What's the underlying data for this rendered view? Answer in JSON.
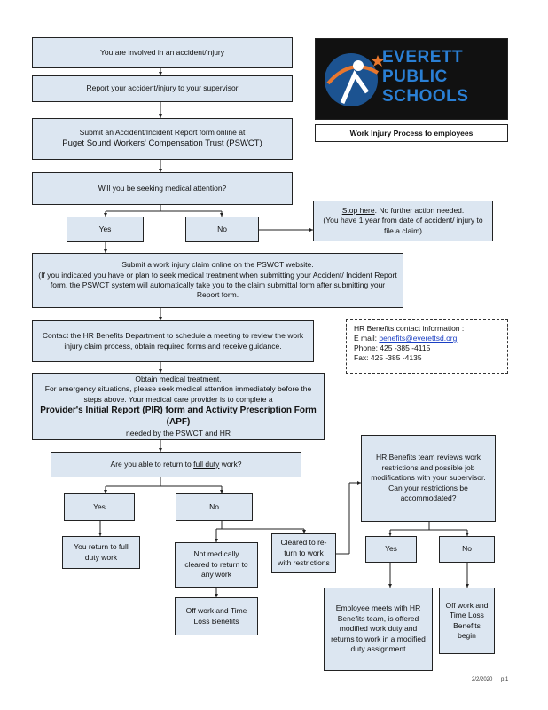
{
  "logo": {
    "line1": "EVERETT",
    "line2": "PUBLIC",
    "line3": "SCHOOLS"
  },
  "caption": "Work Injury Process fo employees",
  "boxes": {
    "b1": "You are involved in an accident/injury",
    "b2": "Report your accident/injury to your supervisor",
    "b3a": "Submit an Accident/Incident Report form online at",
    "b3b": "Puget Sound Workers' Compensation Trust (PSWCT)",
    "b4": "Will you be seeking medical attention?",
    "yes1": "Yes",
    "no1": "No",
    "stop_link": "Stop here",
    "stop_rest": ". No further action needed.",
    "stop_line2": "(You have 1 year from date of accident/ injury to file a claim)",
    "b6a": "Submit a work injury claim online on the PSWCT website.",
    "b6b": "(If you indicated you have or plan to seek medical treatment when submitting your Accident/ Incident Report form, the PSWCT system will automatically take you to the claim submittal form after submitting your Report form.",
    "b7": "Contact the HR Benefits Department to schedule a meeting to review the work injury claim process, obtain required forms and receive guidance.",
    "b8a": "Obtain medical treatment.",
    "b8b": "For emergency situations, please seek medical attention immediately before the steps above. Your medical care provider is to complete a",
    "b8c": "Provider's Initial Report (PIR) form and Activity Prescription Form (APF)",
    "b8d": "needed by the PSWCT and HR",
    "q2_pre": "Are you able to return to",
    "q2_link": "full duty",
    "q2_post": "work?",
    "yes2": "Yes",
    "no2": "No",
    "ret_full": "You return to full duty work",
    "not_cleared": "Not medically cleared to return to any work",
    "off_work1": "Off work and Time Loss Benefits",
    "cleared_restr": "Cleared to re-turn to work with restrictions",
    "hr_review": "HR Benefits team reviews work restrictions and possible job modifications with your supervisor. Can your restrictions be accommodated?",
    "yes3": "Yes",
    "no3": "No",
    "emp_meets": "Employee meets with HR Benefits team, is offered modified work duty and returns to work in a modified duty assignment",
    "off_work2": "Off work and Time Loss Benefits begin"
  },
  "contact": {
    "title": "HR Benefits contact information :",
    "email_label": "E mail:",
    "email": "benefits@everettsd.org",
    "phone": "Phone: 425 -385 -4115",
    "fax": "Fax: 425 -385 -4135"
  },
  "footer": {
    "date": "2/2/2020",
    "page": "p.1"
  }
}
